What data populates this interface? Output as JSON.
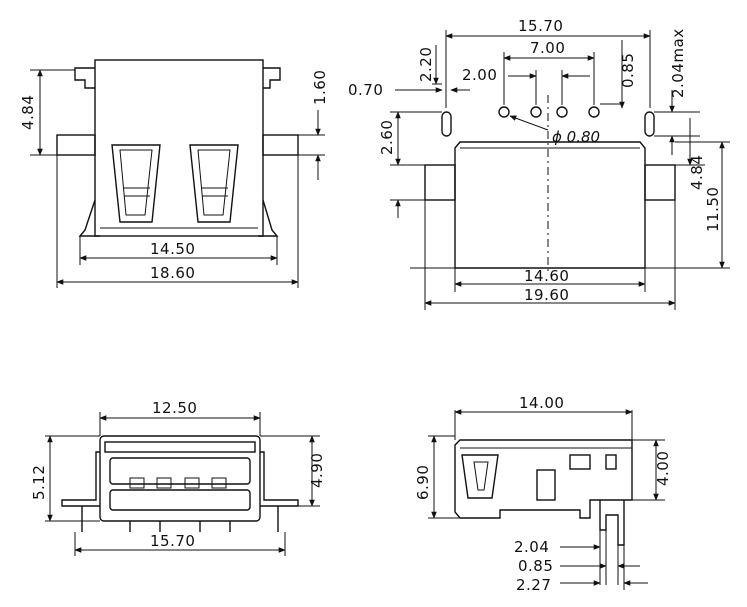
{
  "front_view": {
    "dim_height": "4.84",
    "dim_tab": "1.60",
    "dim_inner_width": "14.50",
    "dim_outer_width": "18.60"
  },
  "footprint_view": {
    "dim_pin_span": "15.70",
    "dim_signal_span": "7.00",
    "dim_signal_pitch": "2.00",
    "dim_slot_length": "2.20",
    "dim_slot_width": "0.70",
    "dim_pin_offset": "0.85",
    "dim_slot_max": "2.04max",
    "dim_slot_to_body": "2.60",
    "dim_hole_diameter": "ϕ 0.80",
    "dim_tab_height": "4.84",
    "dim_body_length": "11.50",
    "dim_body_width": "14.60",
    "dim_overall_width": "19.60"
  },
  "rear_view": {
    "dim_top_width": "12.50",
    "dim_total_height": "5.12",
    "dim_body_height": "4.90",
    "dim_pin_width": "15.70"
  },
  "side_view": {
    "dim_length": "14.00",
    "dim_height": "6.90",
    "dim_upper": "4.00",
    "dim_pin_a": "2.04",
    "dim_pin_b": "0.85",
    "dim_pin_c": "2.27"
  }
}
